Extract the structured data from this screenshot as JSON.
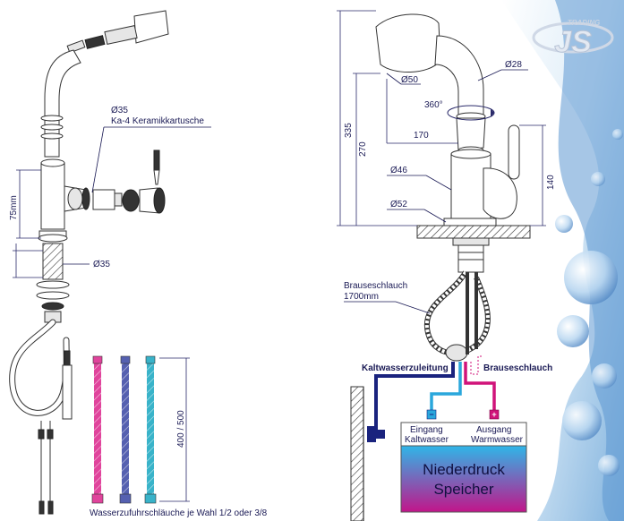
{
  "colors": {
    "line": "#2a2a6a",
    "cold": "#2aa7dc",
    "hot": "#d0137a",
    "cold_supply": "#1a237e",
    "tank_top": "#2fb6e8",
    "tank_bottom": "#c2158a",
    "hose_pink": "#e0449c",
    "hose_blue": "#5560b0",
    "hose_cyan": "#39b3c9"
  },
  "logo": {
    "text": "JS",
    "subtext": "TRADING"
  },
  "left": {
    "cartridge_dia": "Ø35",
    "cartridge_name": "Ka-4 Keramikkartusche",
    "height_75": "75mm",
    "thread_dia": "Ø35",
    "hose_length": "400 / 500",
    "hoses_caption": "Wasserzufuhrschläuche je Wahl 1/2  oder 3/8"
  },
  "right": {
    "dia_28": "Ø28",
    "dia_50": "Ø50",
    "rotation": "360°",
    "dim_170": "170",
    "dim_335": "335",
    "dim_270": "270",
    "dia_46": "Ø46",
    "dim_140": "140",
    "dia_52": "Ø52",
    "hose_label": "Brauseschlauch",
    "hose_length": "1700mm",
    "cold_supply": "Kaltwasserzuleitung",
    "shower_hose": "Brauseschlauch",
    "inlet_label": "Eingang",
    "inlet_sub": "Kaltwasser",
    "outlet_label": "Ausgang",
    "outlet_sub": "Warmwasser",
    "tank_title_1": "Niederdruck",
    "tank_title_2": "Speicher",
    "minus": "−",
    "plus": "+"
  }
}
